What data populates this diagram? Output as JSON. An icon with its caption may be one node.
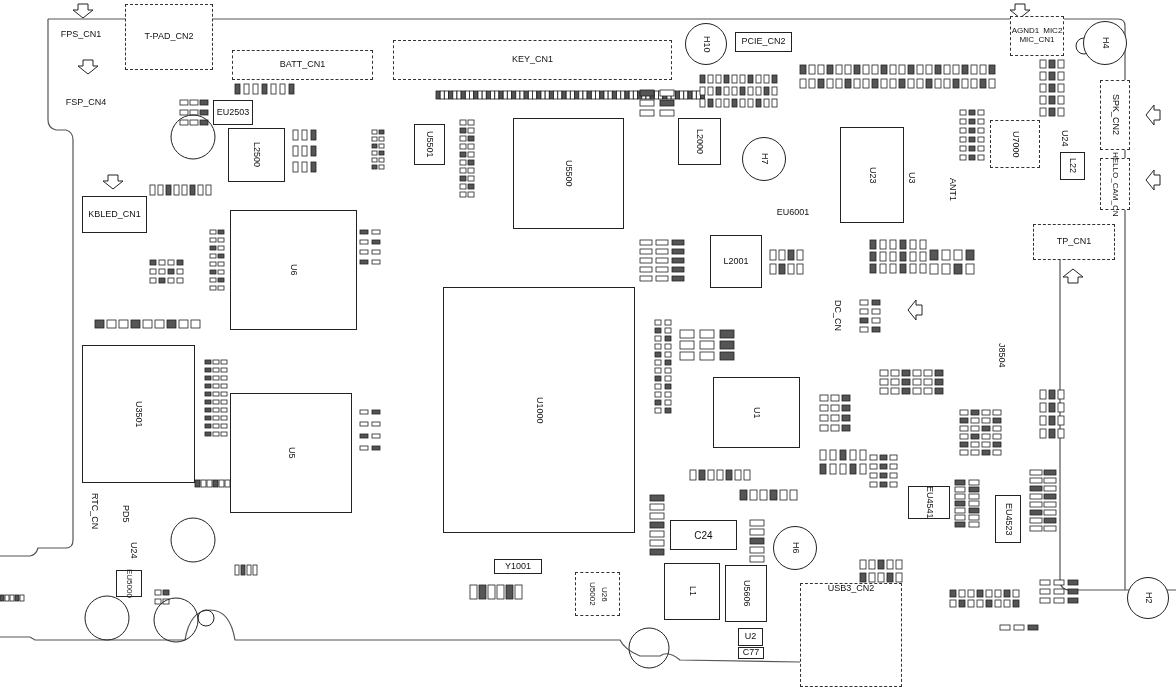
{
  "diagram": {
    "nodes": [
      {
        "text": [
          "FPS_CN1"
        ]
      },
      {
        "text": [
          "T-PAD_CN2"
        ]
      },
      {
        "text": [
          "BATT_CN1"
        ]
      },
      {
        "text": [
          "KEY_CN1"
        ]
      },
      {
        "text": [
          "H10"
        ]
      },
      {
        "text": [
          "PCIE_CN2"
        ]
      },
      {
        "text": [
          "AGND1",
          "MIC2",
          "MIC_CN1"
        ]
      },
      {
        "text": [
          "H4"
        ]
      },
      {
        "text": [
          "FSP_CN4"
        ]
      },
      {
        "text": [
          "EU2503"
        ]
      },
      {
        "text": [
          "L2500"
        ]
      },
      {
        "text": [
          "U5501"
        ]
      },
      {
        "text": [
          "U5500"
        ]
      },
      {
        "text": [
          "L2000"
        ]
      },
      {
        "text": [
          "H7"
        ]
      },
      {
        "text": [
          "U23"
        ]
      },
      {
        "text": [
          "U3"
        ]
      },
      {
        "text": [
          "ANT1"
        ]
      },
      {
        "text": [
          "U7000"
        ]
      },
      {
        "text": [
          "U24"
        ]
      },
      {
        "text": [
          "L22"
        ]
      },
      {
        "text": [
          "SPK_CN2"
        ]
      },
      {
        "text": [
          "HELLO_CAM_CN"
        ]
      },
      {
        "text": [
          "KBLED_CN1"
        ]
      },
      {
        "text": [
          "U6"
        ]
      },
      {
        "text": [
          "EU6001"
        ]
      },
      {
        "text": [
          "L2001"
        ]
      },
      {
        "text": [
          "TP_CN1"
        ]
      },
      {
        "text": [
          "DC_CN"
        ]
      },
      {
        "text": [
          "J8504"
        ]
      },
      {
        "text": [
          "U1000"
        ]
      },
      {
        "text": [
          "U1"
        ]
      },
      {
        "text": [
          "U3501"
        ]
      },
      {
        "text": [
          "U5"
        ]
      },
      {
        "text": [
          "EU4541"
        ]
      },
      {
        "text": [
          "EU4523"
        ]
      },
      {
        "text": [
          "RTC_CN"
        ]
      },
      {
        "text": [
          "PD5"
        ]
      },
      {
        "text": [
          "U24"
        ]
      },
      {
        "text": [
          "EU5000"
        ]
      },
      {
        "text": [
          "C24"
        ]
      },
      {
        "text": [
          "H6"
        ]
      },
      {
        "text": [
          "Y1001"
        ]
      },
      {
        "text": [
          "U5002",
          "U26"
        ]
      },
      {
        "text": [
          "L1"
        ]
      },
      {
        "text": [
          "U5606"
        ]
      },
      {
        "text": [
          "U2"
        ]
      },
      {
        "text": [
          "C77"
        ]
      },
      {
        "text": [
          "USB3_CN2"
        ]
      },
      {
        "text": [
          "H2"
        ]
      }
    ]
  }
}
